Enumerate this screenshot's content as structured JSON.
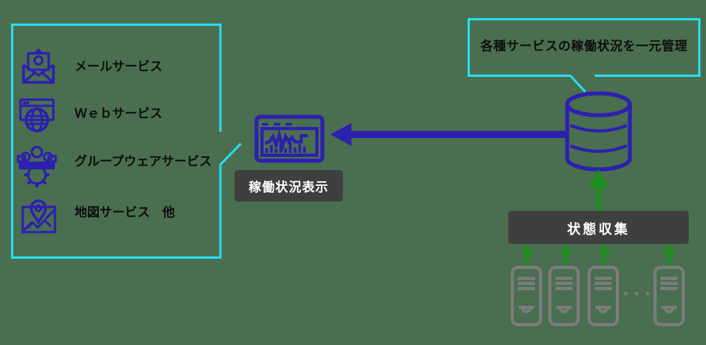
{
  "colors": {
    "background": "#4A6E50",
    "accent_cyan": "#27DCEF",
    "accent_blue": "#2C20AE",
    "accent_green": "#1E8E20",
    "server_gray": "#7C7C7C",
    "dark_box_bg": "#3F3F3F",
    "dark_box_text": "#FFFFFF",
    "diagram_text": "#0E0E0E"
  },
  "services_panel": {
    "items": [
      {
        "icon": "mail-icon",
        "label": "メールサービス"
      },
      {
        "icon": "web-icon",
        "label": "Ｗｅｂサービス"
      },
      {
        "icon": "groupware-icon",
        "label": "グループウェアサービス"
      },
      {
        "icon": "map-icon",
        "label": "地図サービス　他"
      }
    ]
  },
  "monitor": {
    "icon": "status-dashboard-icon",
    "label": "稼働状況表示"
  },
  "callout": {
    "text": "各種サービスの稼働状況を一元管理"
  },
  "database": {
    "icon": "database-icon"
  },
  "collector": {
    "label": "状態収集"
  },
  "servers": {
    "icon": "server-icon",
    "count": 4,
    "ellipsis": "・・・"
  }
}
